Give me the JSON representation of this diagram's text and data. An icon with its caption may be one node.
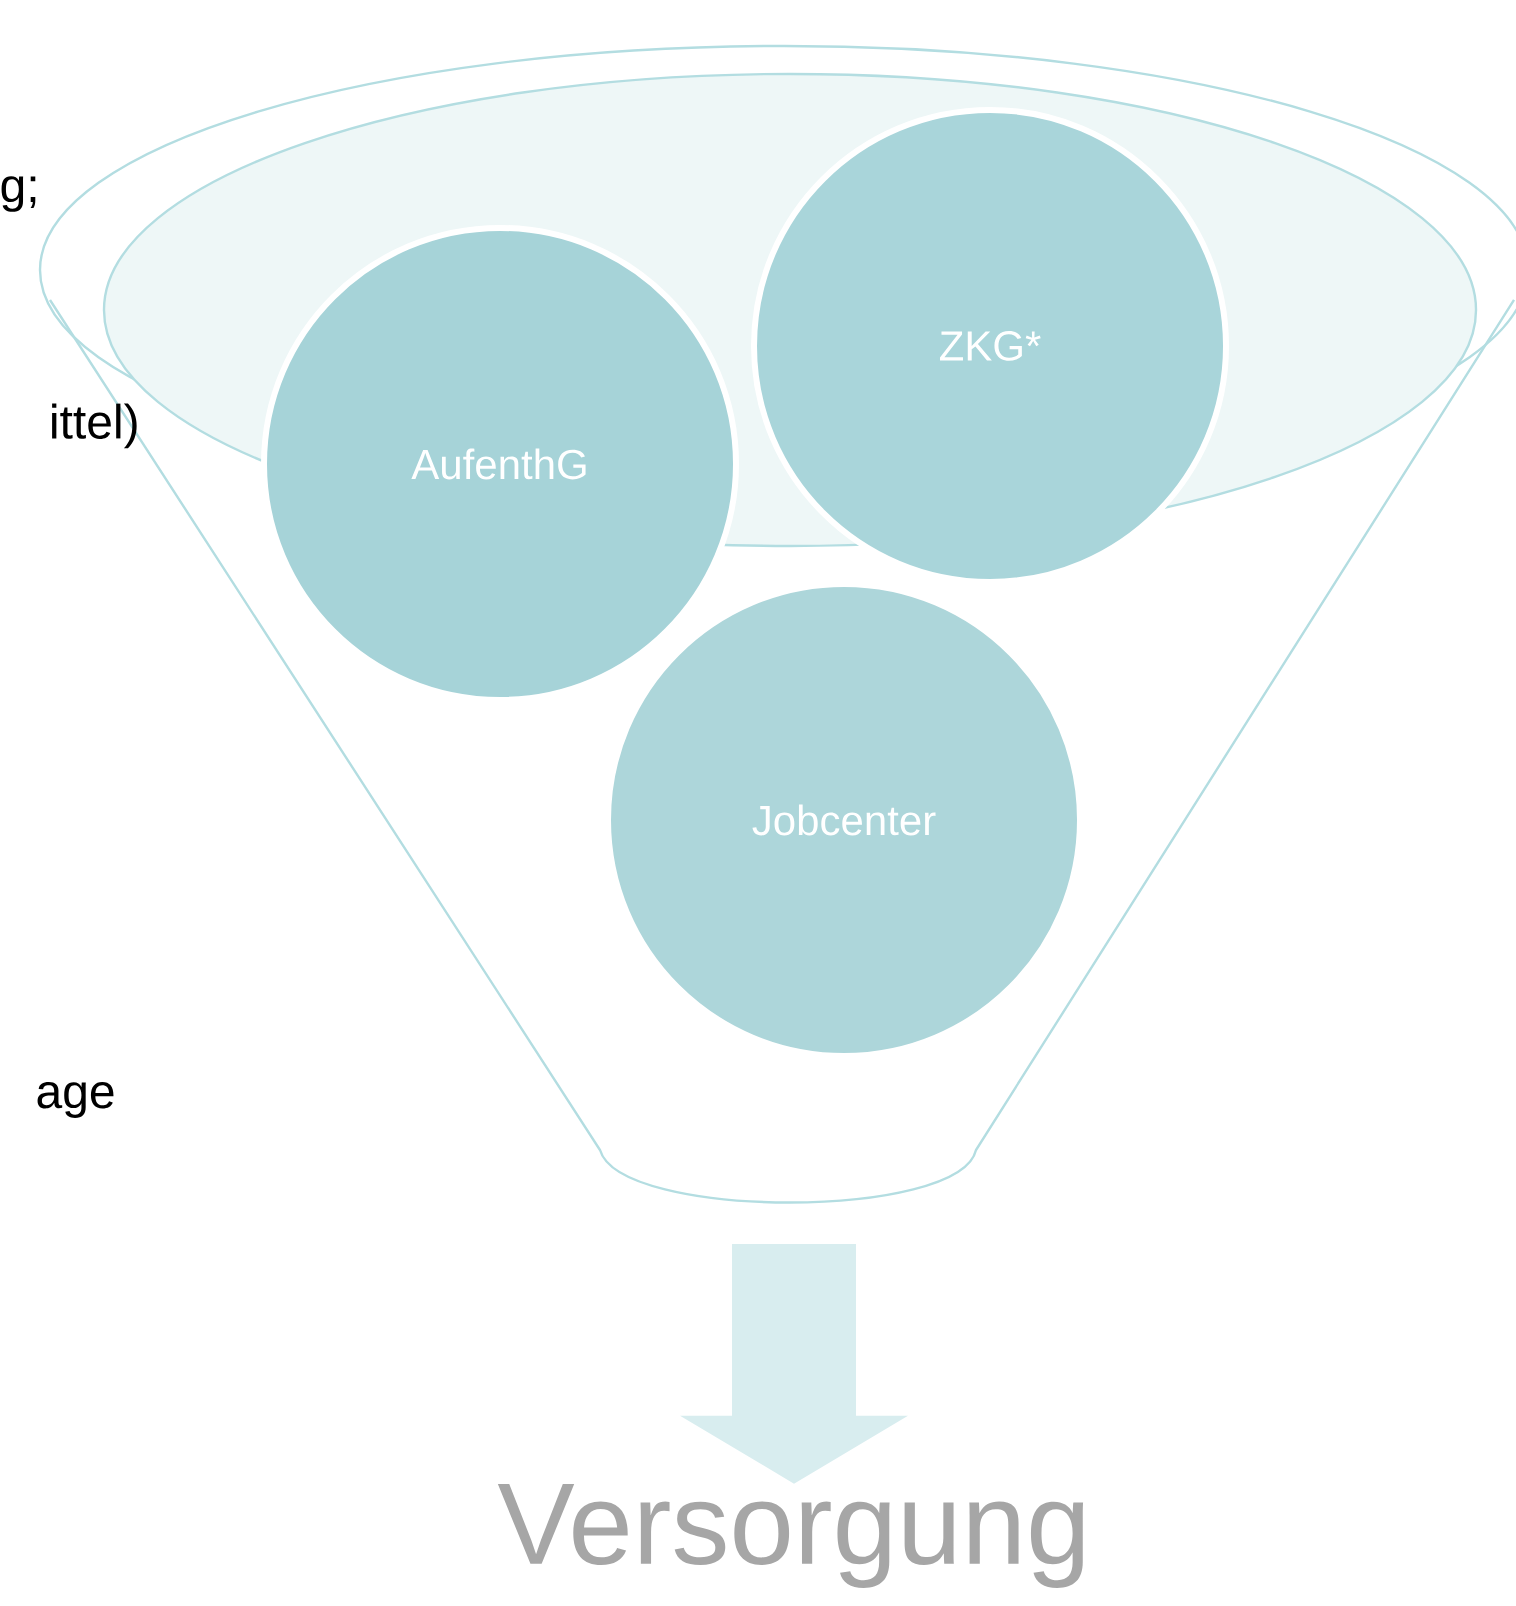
{
  "diagram": {
    "nodes": [
      {
        "text": [
          "AufenthG"
        ]
      },
      {
        "text": [
          "ZKG*"
        ]
      },
      {
        "text": [
          "Jobcenter"
        ]
      },
      {
        "text": [
          "Versorgung"
        ]
      }
    ],
    "edges": [
      {
        "from": null,
        "to": 3,
        "arrow": "to"
      }
    ],
    "labels": [
      "g;",
      "ittel)",
      "age"
    ]
  }
}
